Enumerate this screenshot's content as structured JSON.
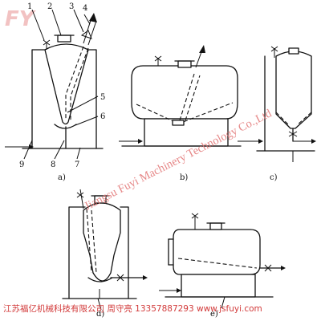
{
  "logo": {
    "text": "FY"
  },
  "watermark": {
    "text": "Jiangsu Fuyi Machinery Technology Co.,Ltd"
  },
  "footer": {
    "text": "江苏福亿机械科技有限公司  周守亮  13357887293  www.jsfuyi.com"
  },
  "callouts": {
    "n1": "1",
    "n2": "2",
    "n3": "3",
    "n4": "4",
    "n5": "5",
    "n6": "6",
    "n7": "7",
    "n8": "8",
    "n9": "9"
  },
  "panels": {
    "a": "a)",
    "b": "b)",
    "c": "c)",
    "d": "d)",
    "e": "e)"
  },
  "colors": {
    "line": "#111111",
    "watermark": "#e27373",
    "footer": "#d23a3a",
    "logo": "#f2c2c2"
  }
}
